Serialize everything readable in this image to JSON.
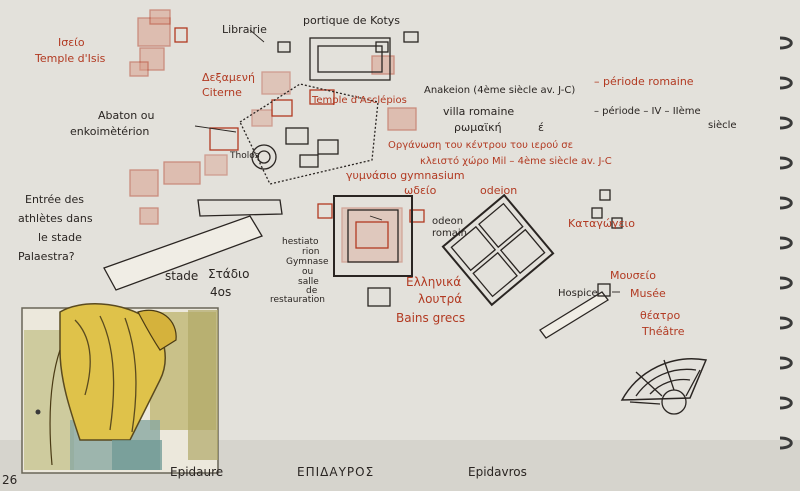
{
  "colors": {
    "paper": "#e2e0da",
    "red_ink": "#b23a22",
    "black_ink": "#2a2522",
    "spiral": "#3a3a3a"
  },
  "labels": {
    "librairie": "Librairie",
    "portique": "portique de Kotys",
    "iseio": "Ισείο",
    "temple_isis": "Temple d'Isis",
    "dexameni": "Δεξαμενή",
    "citerne": "Citerne",
    "temple_asklepios": "Temple d'Asclépios",
    "anakeion": "Anakeion (4ème siècle av. J-C)",
    "periode_romaine": "– période romaine",
    "villa_romaine": "villa romaine",
    "romaiki": "ρωμαϊκή",
    "epsilon": "έ",
    "periode_iv_1": "– période – IV – IIème",
    "periode_iv_2": "siècle",
    "abaton_1": "Abaton ou",
    "abaton_2": "enkoimètérion",
    "tholos": "Tholos",
    "greek_line_1": "Οργάνωση του κέντρου του ιερού σε",
    "greek_line_2": "κλειστό χώρο Mil – 4ème siècle av. J-C",
    "gymnasium": "γυμνάσιο gymnasium",
    "odeio": "ωδείο",
    "odeion": "odeion",
    "odeon_romain_1": "odeon",
    "odeon_romain_2": "romain",
    "katagogeio": "Καταγώγειο",
    "entree_1": "Entrée des",
    "entree_2": "athlètes dans",
    "entree_3": "le stade",
    "palaestra": "Palaestra?",
    "hestiato_1": "hestiato",
    "hestiato_2": "rion",
    "gymnase": "Gymnase",
    "ou": "ou",
    "salle_1": "salle",
    "salle_2": "de",
    "restauration": "restauration",
    "stade": "stade",
    "stadio": "Στάδιο",
    "age": "4os",
    "ellinika": "Ελληνικά",
    "loutra": "λουτρά",
    "bains": "Bains grecs",
    "hospice": "Hospice",
    "mouseio": "Μουσείο",
    "musee": "Musée",
    "theatro": "θέατρο",
    "theatre": "Théâtre",
    "page_num": "26",
    "footer_1": "Epidaure",
    "footer_2": "ΕΠΙΔΑΥΡΟΣ",
    "footer_3": "Epidavros"
  }
}
